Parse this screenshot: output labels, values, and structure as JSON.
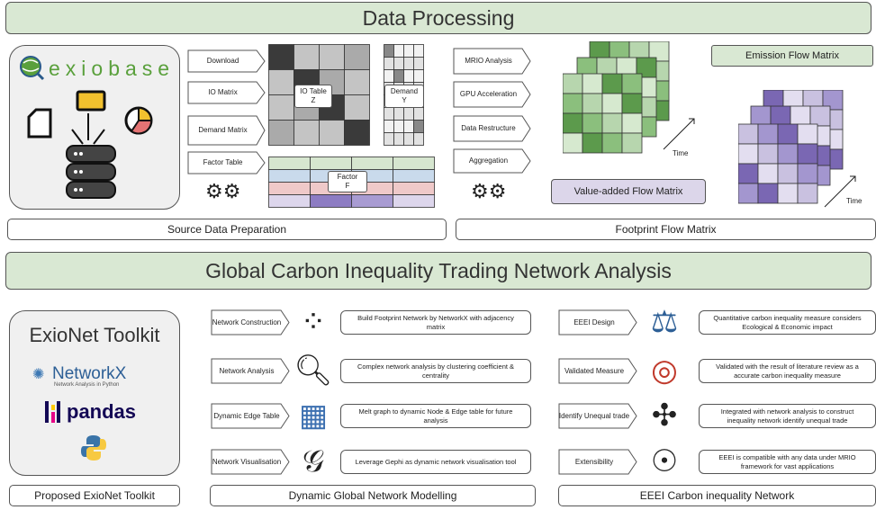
{
  "banners": {
    "top": "Data Processing",
    "middle": "Global Carbon Inequality Trading Network Analysis"
  },
  "captions": {
    "source": "Source Data Preparation",
    "footprint": "Footprint Flow Matrix",
    "toolkit": "Proposed ExioNet Toolkit",
    "modelling": "Dynamic Global Network Modelling",
    "eeei": "EEEI Carbon inequality Network"
  },
  "exiobase": {
    "logo_text": "exiobase"
  },
  "source_steps": [
    "Download",
    "IO Matrix",
    "Demand Matrix",
    "Factor Table"
  ],
  "matrix_labels": {
    "io_table": "IO Table",
    "io_sym": "Z",
    "demand": "Demand",
    "demand_sym": "Y",
    "factor": "Factor",
    "factor_sym": "F"
  },
  "process_steps": [
    "MRIO Analysis",
    "GPU Acceleration",
    "Data Restructure",
    "Aggregation"
  ],
  "flow": {
    "emission": "Emission Flow Matrix",
    "value_added": "Value-added Flow Matrix",
    "time1": "Time",
    "time2": "Time"
  },
  "toolkit": {
    "title": "ExioNet Toolkit",
    "networkx": "NetworkX",
    "networkx_sub": "Network Analysis in Python",
    "pandas": "pandas"
  },
  "modelling_rows": [
    {
      "label": "Network Construction",
      "icon": "network-graph-icon",
      "desc": "Build Footprint Network by NetworkX with adjacency matrix"
    },
    {
      "label": "Network Analysis",
      "icon": "magnifier-chart-icon",
      "desc": "Complex network analysis by clustering coefficient & centrality"
    },
    {
      "label": "Dynamic Edge Table",
      "icon": "table-icon",
      "desc": "Melt graph to dynamic Node & Edge table for future analysis"
    },
    {
      "label": "Network Visualisation",
      "icon": "gephi-icon",
      "desc": "Leverage Gephi as dynamic network visualisation tool"
    }
  ],
  "eeei_rows": [
    {
      "label": "EEEI Design",
      "icon": "scales-icon",
      "desc": "Quantitative carbon inequality measure considers Ecological & Economic impact"
    },
    {
      "label": "Validated Measure",
      "icon": "target-icon",
      "desc": "Validated with the result of literature review as a accurate carbon inequality measure"
    },
    {
      "label": "Identify Unequal trade",
      "icon": "hub-icon",
      "desc": "Integrated with network analysis to construct inequality network identify unequal trade"
    },
    {
      "label": "Extensibility",
      "icon": "head-gear-icon",
      "desc": "EEEI is compatible with any data under MRIO framework for vast applications"
    }
  ],
  "colors": {
    "banner_green": "#d9e8d3",
    "panel_grey": "#f0f0f0",
    "green_dark": "#5c9a4c",
    "green_light": "#b7d6ae",
    "purple_dark": "#7a67b3",
    "purple_light": "#c9c1e0"
  }
}
